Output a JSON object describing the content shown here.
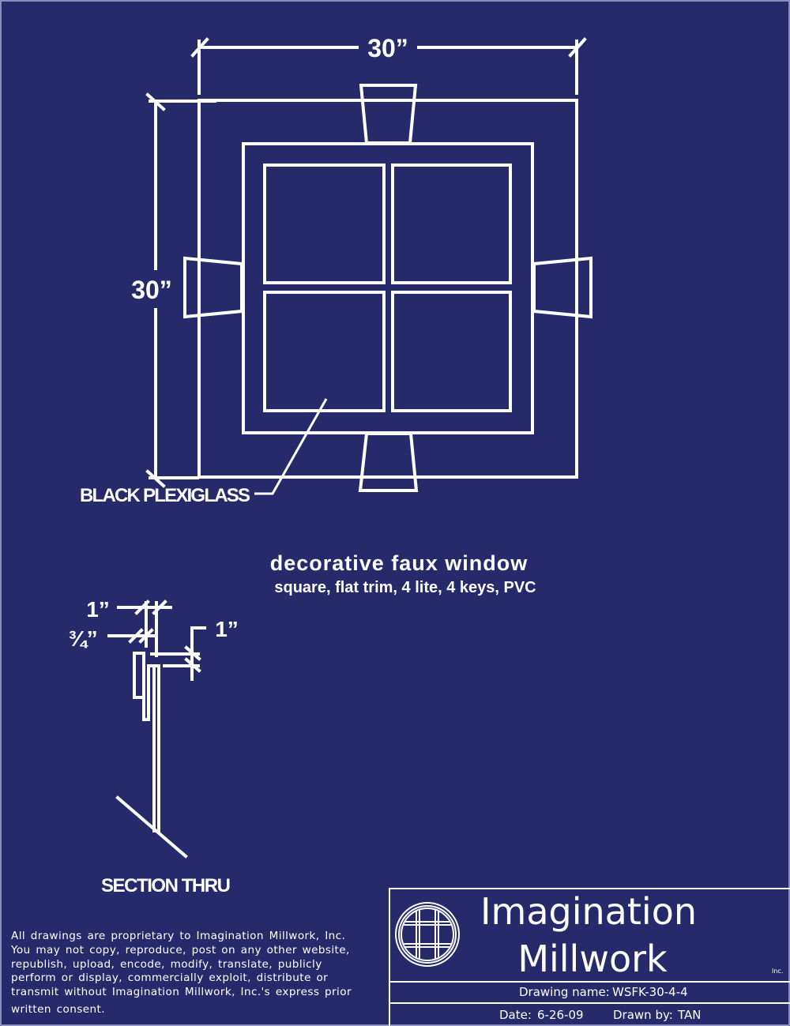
{
  "colors": {
    "background": "#272a6a",
    "lines": "#ffffff"
  },
  "front_view": {
    "width_dim": "30”",
    "height_dim": "30”",
    "callout": "BLACK PLEXIGLASS"
  },
  "title": {
    "main": "decorative faux window",
    "sub": "square, flat trim, 4 lite, 4 keys, PVC"
  },
  "section": {
    "dim_top": "1”",
    "dim_mid": "¾”",
    "dim_right": "1”",
    "label": "SECTION THRU"
  },
  "disclaimer": {
    "lines": [
      "All drawings are proprietary to Imagination Millwork, Inc.",
      "You may not copy, reproduce, post on any other website,",
      "republish, upload, encode, modify, translate, publicly",
      "perform or display, commercially exploit, distribute or",
      "transmit without Imagination Millwork, Inc.'s express prior",
      "written consent."
    ]
  },
  "title_block": {
    "company_line1": "Imagination",
    "company_line2": "Millwork",
    "company_suffix": "Inc.",
    "drawing_name_label": "Drawing name:",
    "drawing_name": "WSFK-30-4-4",
    "date_label": "Date:",
    "date": "6-26-09",
    "drawn_by_label": "Drawn by:",
    "drawn_by": "TAN"
  }
}
